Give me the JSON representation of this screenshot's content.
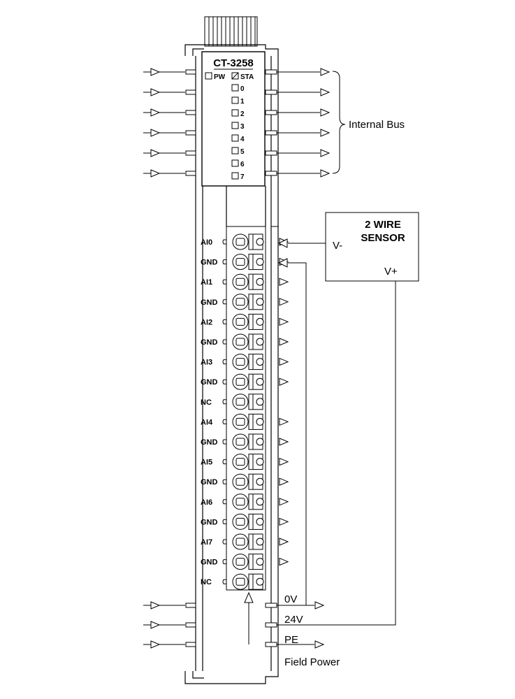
{
  "module": {
    "model": "CT-3258",
    "led_power": "PW",
    "led_status": "STA",
    "channel_leds": [
      "0",
      "1",
      "2",
      "3",
      "4",
      "5",
      "6",
      "7"
    ]
  },
  "terminals": [
    "AI0",
    "GND",
    "AI1",
    "GND",
    "AI2",
    "GND",
    "AI3",
    "GND",
    "NC",
    "AI4",
    "GND",
    "AI5",
    "GND",
    "AI6",
    "GND",
    "AI7",
    "GND",
    "NC"
  ],
  "internal_bus_label": "Internal Bus",
  "sensor": {
    "title_line1": "2 WIRE",
    "title_line2": "SENSOR",
    "neg_label": "V-",
    "pos_label": "V+"
  },
  "field_power": {
    "rails": [
      "0V",
      "24V",
      "PE"
    ],
    "label": "Field Power"
  },
  "colors": {
    "line": "#000000",
    "background": "#ffffff"
  }
}
